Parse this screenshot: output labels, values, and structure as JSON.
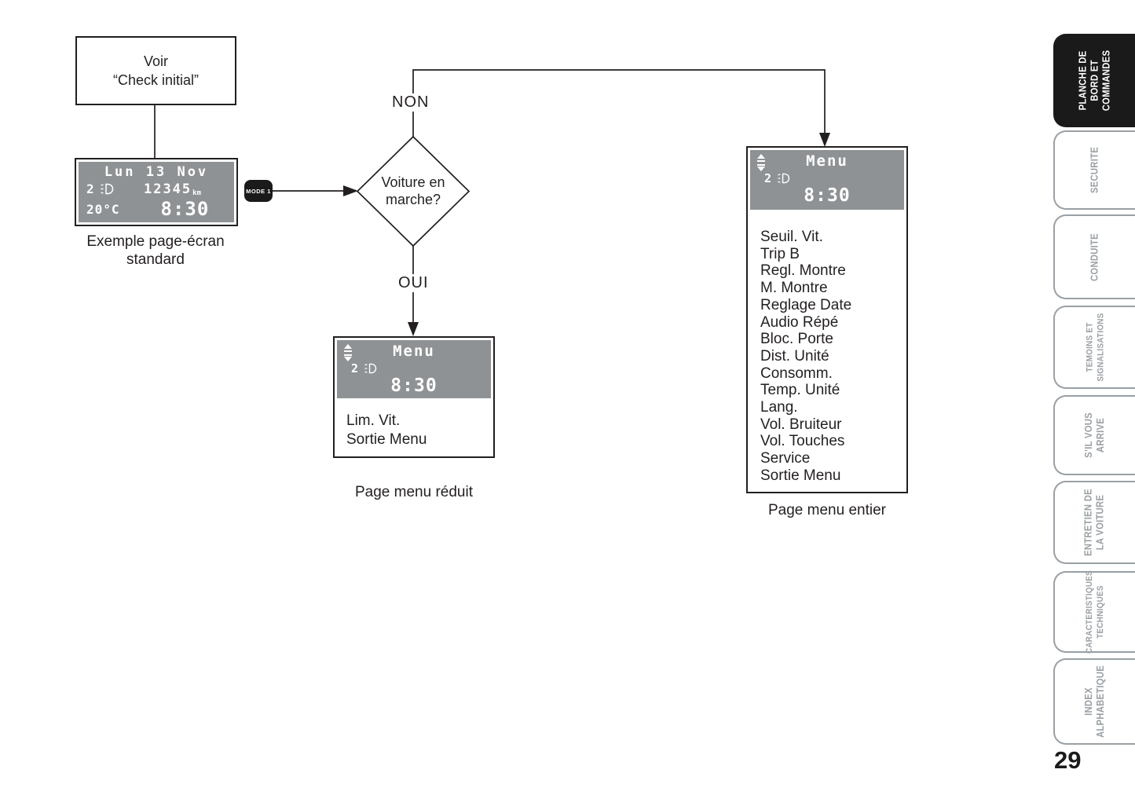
{
  "page": {
    "number": "29"
  },
  "colors": {
    "lcd_background": "#8f9294",
    "lcd_text": "#ffffff",
    "line_color": "#231f20",
    "active_tab_background": "#1a1a1a",
    "active_tab_text": "#ffffff",
    "inactive_tab_text": "#9aa0a4"
  },
  "icons": {
    "scroll": "menu-scroll-updown-icon",
    "beam": "low-beam-headlight-icon"
  },
  "flowchart": {
    "start_box": {
      "line1": "Voir",
      "line2": "“Check initial”"
    },
    "standard_screen": {
      "date": "Lun 13 Nov",
      "gear": "2",
      "odometer": "12345",
      "odometer_unit": "km",
      "temperature": "20°C",
      "time": "8:30",
      "caption_line1": "Exemple page-écran",
      "caption_line2": "standard"
    },
    "mode_button": {
      "label": "MODE 1"
    },
    "decision": {
      "line1": "Voiture en",
      "line2": "marche?",
      "no_label": "NON",
      "yes_label": "OUI"
    },
    "reduced_menu": {
      "title": "Menu",
      "gear": "2",
      "time": "8:30",
      "items": [
        "Lim. Vit.",
        "Sortie Menu"
      ],
      "caption": "Page menu réduit"
    },
    "full_menu": {
      "title": "Menu",
      "gear": "2",
      "time": "8:30",
      "items": [
        "Seuil. Vit.",
        "Trip B",
        "Regl. Montre",
        "M. Montre",
        "Reglage Date",
        "Audio Répé",
        "Bloc. Porte",
        "Dist. Unité",
        "Consomm.",
        "Temp. Unité",
        "Lang.",
        "Vol. Bruiteur",
        "Vol. Touches",
        "Service",
        "Sortie Menu"
      ],
      "caption": "Page menu entier"
    }
  },
  "sidebar": {
    "tabs": [
      {
        "lines": [
          "PLANCHE DE",
          "BORD ET",
          "COMMANDES"
        ],
        "active": true
      },
      {
        "lines": [
          "SECURITE"
        ],
        "active": false
      },
      {
        "lines": [
          "CONDUITE"
        ],
        "active": false
      },
      {
        "lines": [
          "TEMOINS ET",
          "SIGNALISATIONS"
        ],
        "active": false
      },
      {
        "lines": [
          "S’IL VOUS",
          "ARRIVE"
        ],
        "active": false
      },
      {
        "lines": [
          "ENTRETIEN DE",
          "LA VOITURE"
        ],
        "active": false
      },
      {
        "lines": [
          "CARACTERISTIQUES",
          "TECHNIQUES"
        ],
        "active": false
      },
      {
        "lines": [
          "INDEX",
          "ALPHABETIQUE"
        ],
        "active": false
      }
    ]
  }
}
